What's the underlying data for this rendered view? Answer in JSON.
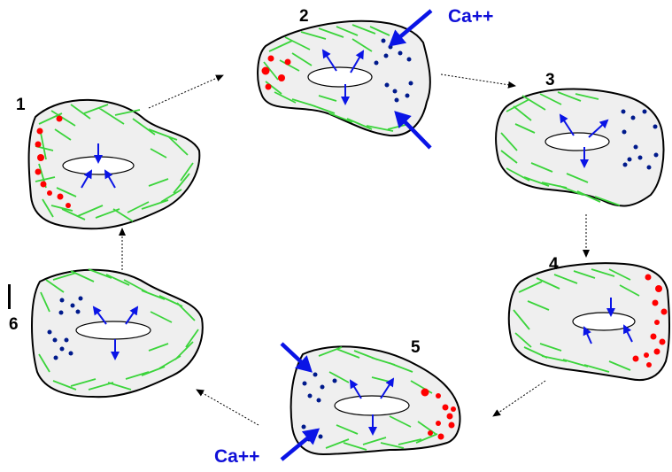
{
  "diagram": {
    "stages": [
      {
        "label": "1"
      },
      {
        "label": "2"
      },
      {
        "label": "3"
      },
      {
        "label": "4"
      },
      {
        "label": "5"
      },
      {
        "label": "6"
      }
    ],
    "ion_labels": [
      {
        "text": "Ca++"
      },
      {
        "text": "Ca++"
      }
    ]
  },
  "colors": {
    "cell_fill": "#efefef",
    "cell_outline": "#000000",
    "filament": "#3bd43b",
    "red_dots": "#ff0000",
    "blue_dots": "#001a8c",
    "force_arrows": "#0a14e6",
    "ion_text": "#1010d8",
    "cycle_arrows": "#000000"
  }
}
